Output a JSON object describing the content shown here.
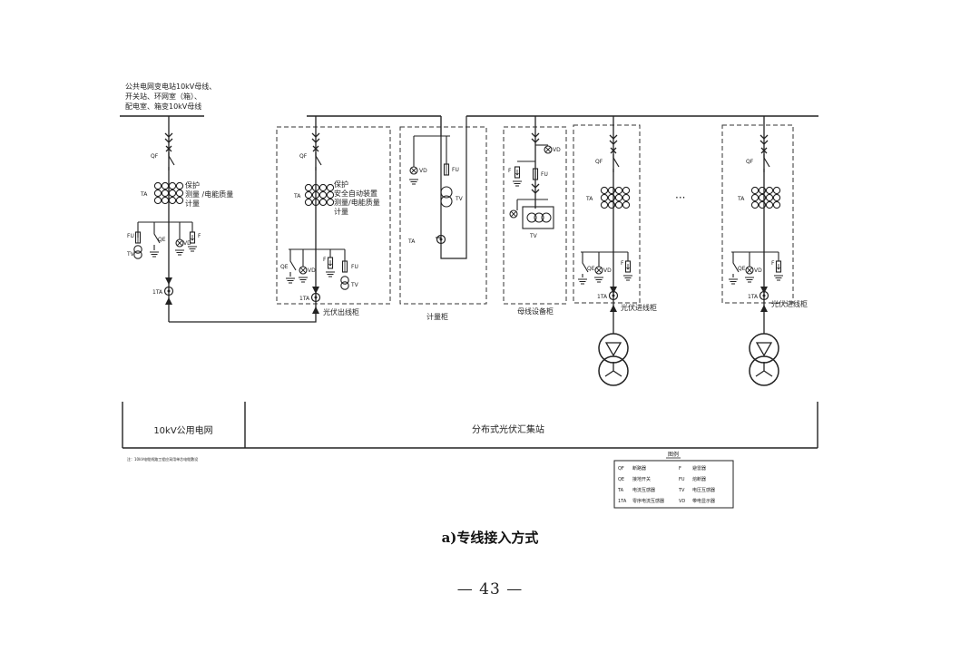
{
  "source": {
    "line1": "公共电网变电站10kV母线、",
    "line2": "开关站、环网室（箱）、",
    "line3": "配电室、箱变10kV母线"
  },
  "left": {
    "qf": "QF",
    "ta": "TA",
    "func1": "保护",
    "func2": "测量 /电能质量",
    "func3": "计量",
    "fu": "FU",
    "qe": "QE",
    "tv": "TV",
    "vd": "VD",
    "f": "F",
    "ta1": "1TA"
  },
  "cabinet_out": {
    "name": "光伏出线柜",
    "qf": "QF",
    "ta": "TA",
    "func1": "保护",
    "func2": "安全自动装置",
    "func3": "测量/电能质量",
    "func4": "计量",
    "qe": "QE",
    "vd": "VD",
    "f": "F",
    "fu": "FU",
    "tv": "TV",
    "ta1": "1TA"
  },
  "cabinet_meter": {
    "name": "计量柜",
    "vd": "VD",
    "fu": "FU",
    "tv": "TV",
    "ta": "TA"
  },
  "cabinet_bus": {
    "name": "母线设备柜",
    "vd": "VD",
    "f": "F",
    "fu": "FU",
    "tv": "TV"
  },
  "cabinet_in1": {
    "name": "光伏进线柜",
    "qf": "QF",
    "ta": "TA",
    "qe": "QE",
    "vd": "VD",
    "f": "F",
    "ta1": "1TA"
  },
  "ellipsis": "···",
  "cabinet_in2": {
    "name": "光伏进线柜",
    "qf": "QF",
    "ta": "TA",
    "qe": "QE",
    "vd": "VD",
    "f": "F",
    "ta1": "1TA"
  },
  "regions": {
    "grid": "10kV公用电网",
    "station": "分布式光伏汇集站"
  },
  "note": "注：10kV电缆线路工程应采用单芯电缆敷设",
  "legend": {
    "title": "图例",
    "items": [
      {
        "code": "QF",
        "desc": "断路器"
      },
      {
        "code": "F",
        "desc": "避雷器"
      },
      {
        "code": "QE",
        "desc": "接地开关"
      },
      {
        "code": "FU",
        "desc": "熔断器"
      },
      {
        "code": "TA",
        "desc": "电流互感器"
      },
      {
        "code": "TV",
        "desc": "电压互感器"
      },
      {
        "code": "1TA",
        "desc": "零序电流互感器"
      },
      {
        "code": "VD",
        "desc": "带电显示器"
      }
    ]
  },
  "caption": "a)专线接入方式",
  "page_number": "— 43 —"
}
